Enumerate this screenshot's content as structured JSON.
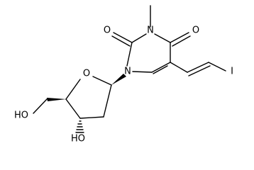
{
  "molecule": {
    "atoms": {
      "O_c2": "O",
      "N3": "N",
      "O_c4": "O",
      "N1": "N",
      "O_ring": "O",
      "I": "I",
      "HO_5prime": "HO",
      "HO_3prime": "HO"
    },
    "colors": {
      "ink": "#000000",
      "background": "#ffffff"
    }
  }
}
